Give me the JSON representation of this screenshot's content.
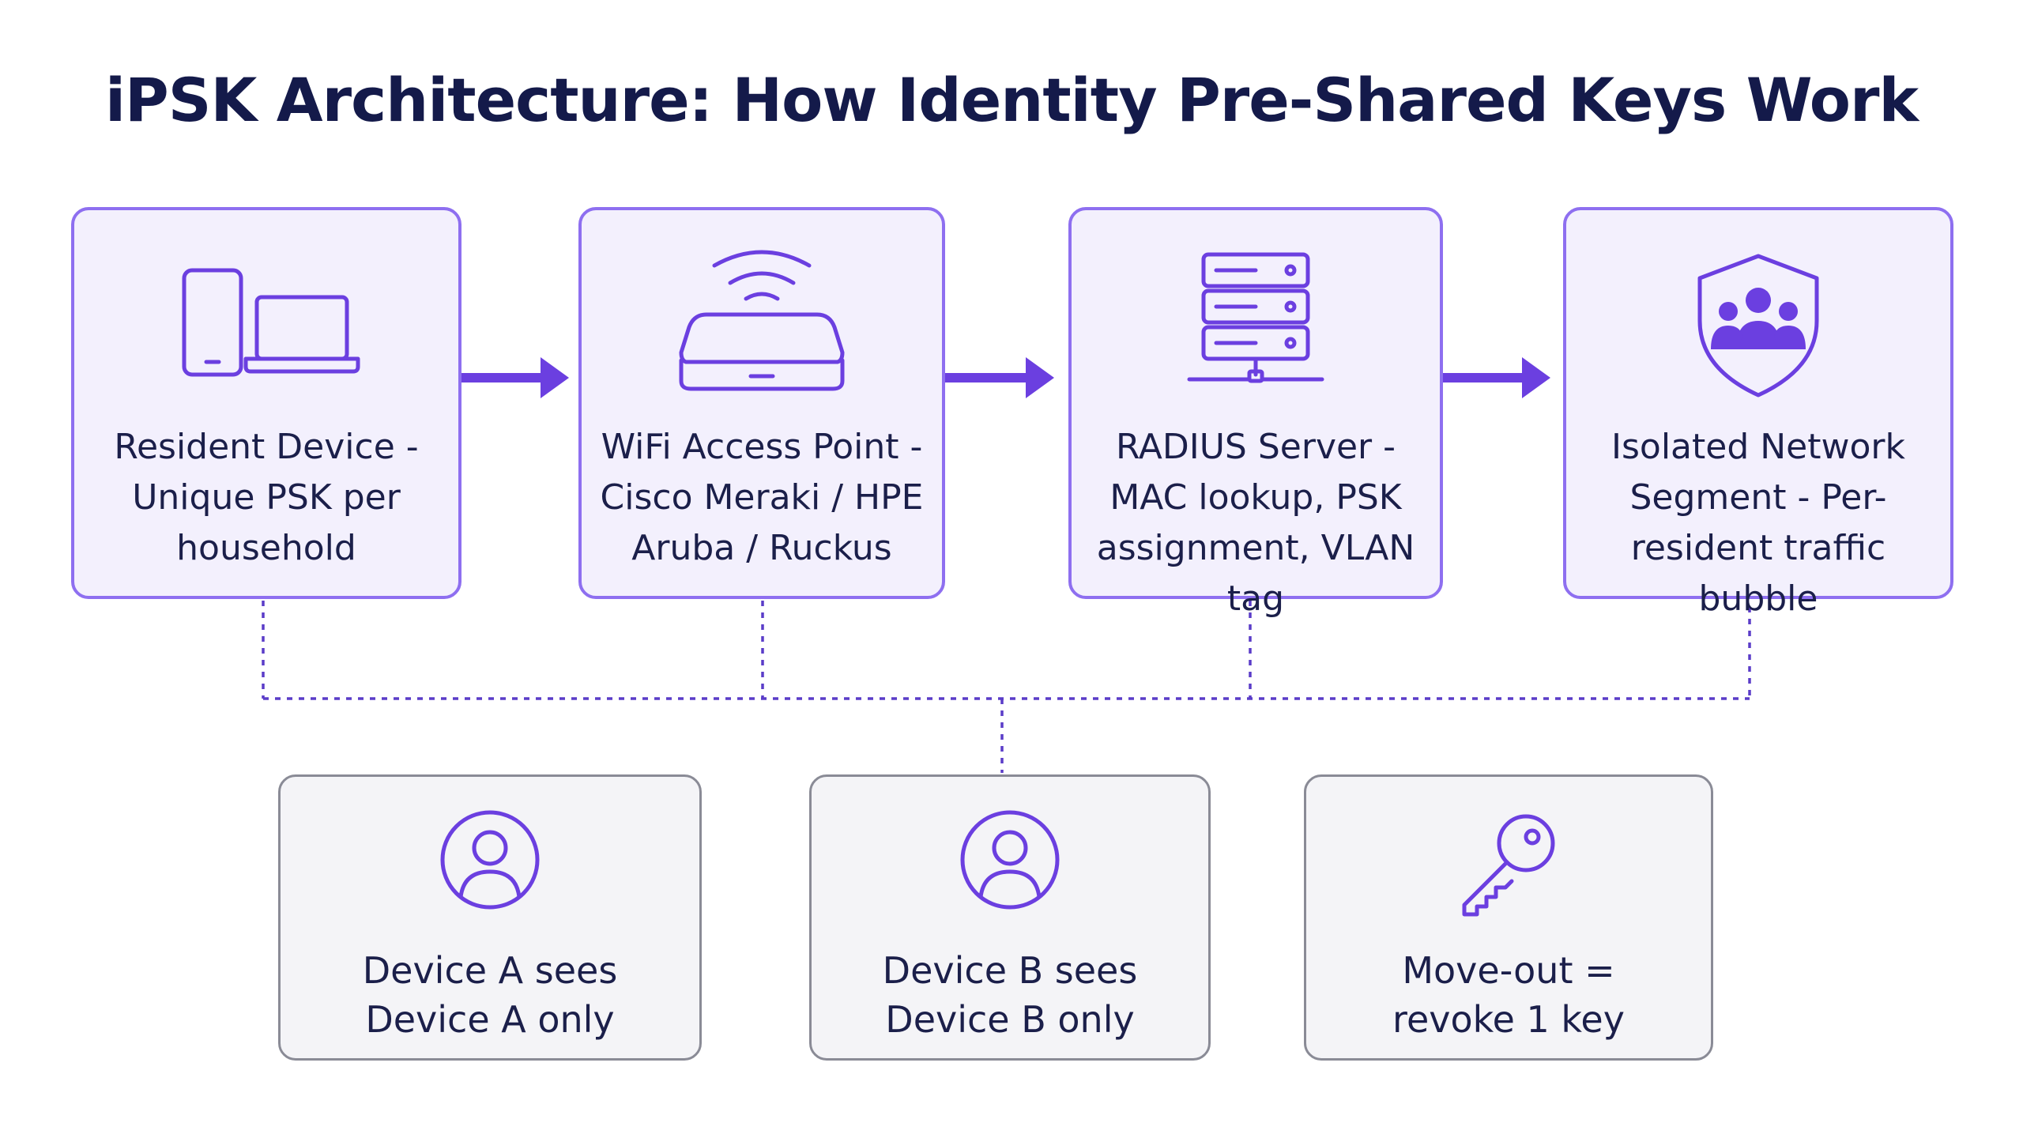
{
  "title": "iPSK Architecture: How Identity Pre-Shared Keys Work",
  "colors": {
    "accent": "#6b3fe0",
    "accent_border": "#8e6ff0",
    "top_box_fill": "#f3f0fd",
    "bottom_box_fill": "#f4f4f7",
    "bottom_box_border": "#8a8b96",
    "title": "#141a4a"
  },
  "flow": [
    {
      "icon": "devices-icon",
      "lines": [
        "Resident Device -",
        "Unique PSK per",
        "household"
      ]
    },
    {
      "icon": "wifi-router-icon",
      "lines": [
        "WiFi Access Point -",
        "Cisco Meraki / HPE",
        "Aruba / Ruckus"
      ]
    },
    {
      "icon": "server-icon",
      "lines": [
        "RADIUS Server -",
        "MAC lookup, PSK",
        "assignment, VLAN tag"
      ]
    },
    {
      "icon": "shield-group-icon",
      "lines": [
        "Isolated Network",
        "Segment - Per-",
        "resident traffic bubble"
      ]
    }
  ],
  "outcomes": [
    {
      "icon": "user-icon",
      "lines": [
        "Device A sees",
        "Device A only"
      ]
    },
    {
      "icon": "user-icon",
      "lines": [
        "Device B sees",
        "Device B only"
      ]
    },
    {
      "icon": "key-icon",
      "lines": [
        "Move-out =",
        "revoke 1 key"
      ]
    }
  ]
}
